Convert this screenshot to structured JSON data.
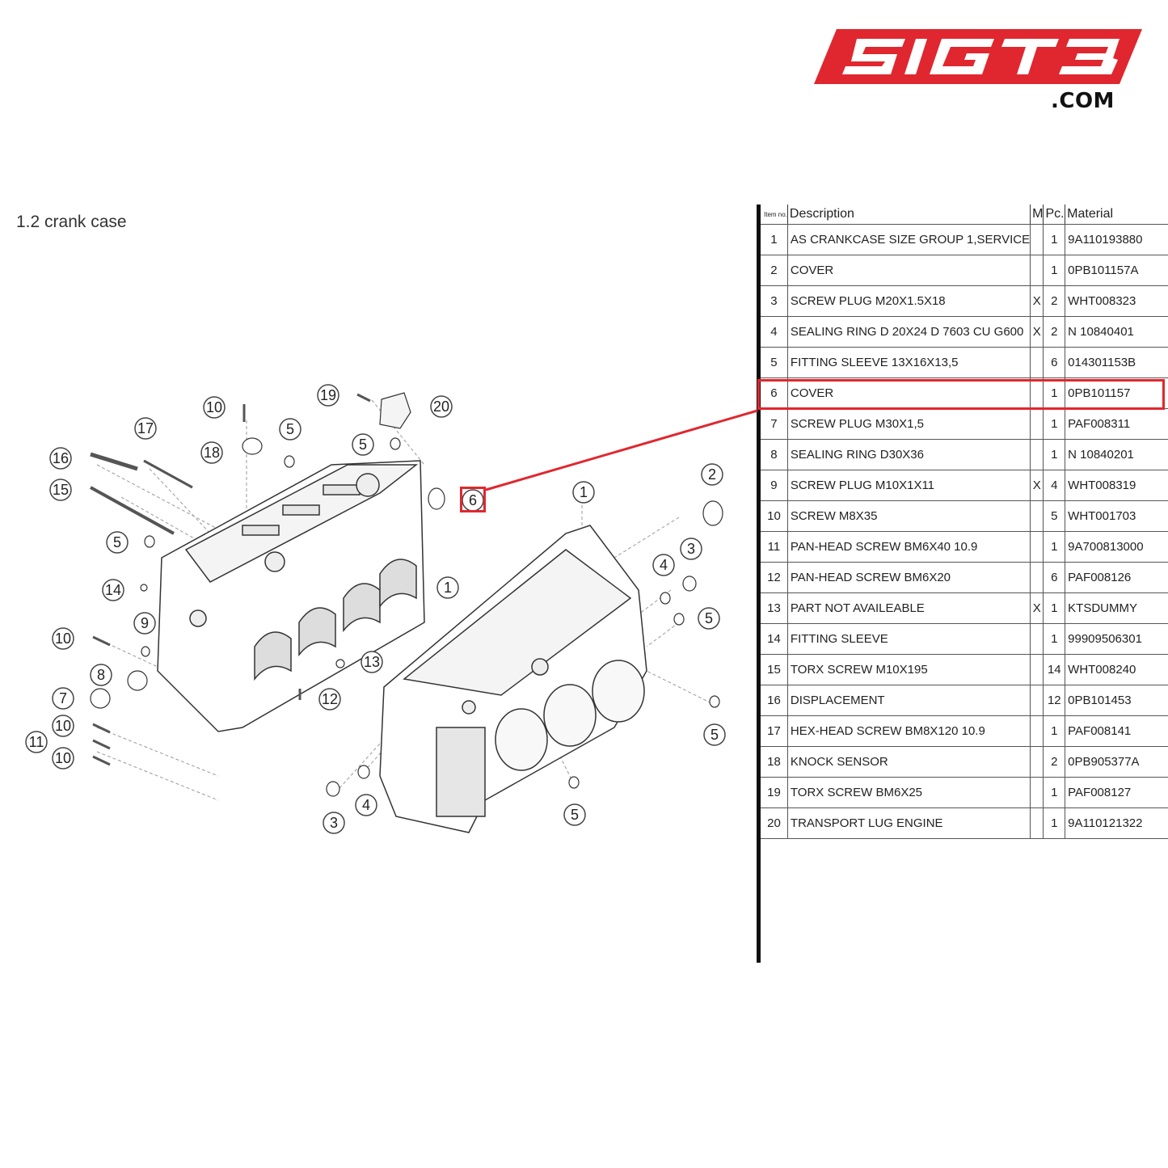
{
  "logo": {
    "text": "SIGT3",
    "suffix": ".COM",
    "brand_color": "#e0272f"
  },
  "section": {
    "title": "1.2  crank case"
  },
  "table": {
    "headers": {
      "item": "Item no.",
      "description": "Description",
      "m": "M",
      "pc": "Pc.",
      "material": "Material"
    },
    "rows": [
      {
        "item": "1",
        "description": "AS CRANKCASE SIZE GROUP 1,SERVICE",
        "m": "",
        "pc": "1",
        "material": "9A110193880"
      },
      {
        "item": "2",
        "description": "COVER",
        "m": "",
        "pc": "1",
        "material": "0PB101157A"
      },
      {
        "item": "3",
        "description": "SCREW PLUG M20X1.5X18",
        "m": "X",
        "pc": "2",
        "material": "WHT008323"
      },
      {
        "item": "4",
        "description": "SEALING RING D 20X24 D 7603 CU G600",
        "m": "X",
        "pc": "2",
        "material": "N 10840401"
      },
      {
        "item": "5",
        "description": "FITTING SLEEVE 13X16X13,5",
        "m": "",
        "pc": "6",
        "material": "014301153B"
      },
      {
        "item": "6",
        "description": "COVER",
        "m": "",
        "pc": "1",
        "material": "0PB101157"
      },
      {
        "item": "7",
        "description": "SCREW PLUG M30X1,5",
        "m": "",
        "pc": "1",
        "material": "PAF008311"
      },
      {
        "item": "8",
        "description": "SEALING RING D30X36",
        "m": "",
        "pc": "1",
        "material": "N 10840201"
      },
      {
        "item": "9",
        "description": "SCREW PLUG M10X1X11",
        "m": "X",
        "pc": "4",
        "material": "WHT008319"
      },
      {
        "item": "10",
        "description": "SCREW M8X35",
        "m": "",
        "pc": "5",
        "material": "WHT001703"
      },
      {
        "item": "11",
        "description": "PAN-HEAD SCREW BM6X40 10.9",
        "m": "",
        "pc": "1",
        "material": "9A700813000"
      },
      {
        "item": "12",
        "description": "PAN-HEAD SCREW BM6X20",
        "m": "",
        "pc": "6",
        "material": "PAF008126"
      },
      {
        "item": "13",
        "description": "PART NOT AVAILEABLE",
        "m": "X",
        "pc": "1",
        "material": "KTSDUMMY"
      },
      {
        "item": "14",
        "description": "FITTING SLEEVE",
        "m": "",
        "pc": "1",
        "material": "99909506301"
      },
      {
        "item": "15",
        "description": "TORX SCREW M10X195",
        "m": "",
        "pc": "14",
        "material": "WHT008240"
      },
      {
        "item": "16",
        "description": "DISPLACEMENT",
        "m": "",
        "pc": "12",
        "material": "0PB101453"
      },
      {
        "item": "17",
        "description": "HEX-HEAD SCREW BM8X120 10.9",
        "m": "",
        "pc": "1",
        "material": "PAF008141"
      },
      {
        "item": "18",
        "description": "KNOCK SENSOR",
        "m": "",
        "pc": "2",
        "material": "0PB905377A"
      },
      {
        "item": "19",
        "description": "TORX SCREW BM6X25",
        "m": "",
        "pc": "1",
        "material": "PAF008127"
      },
      {
        "item": "20",
        "description": "TRANSPORT LUG ENGINE",
        "m": "",
        "pc": "1",
        "material": "9A110121322"
      }
    ]
  },
  "diagram": {
    "callouts": [
      "1",
      "1",
      "2",
      "3",
      "3",
      "4",
      "4",
      "5",
      "5",
      "5",
      "5",
      "5",
      "5",
      "6",
      "7",
      "8",
      "9",
      "10",
      "10",
      "10",
      "10",
      "11",
      "12",
      "13",
      "14",
      "15",
      "16",
      "17",
      "18",
      "19",
      "20"
    ]
  },
  "highlight": {
    "item": "6",
    "color": "#e0272f"
  }
}
